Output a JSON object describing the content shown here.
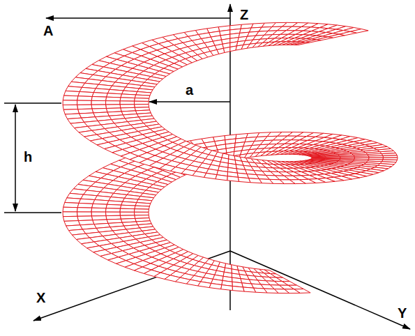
{
  "diagram": {
    "labels": [
      "Z",
      "A",
      "a",
      "h",
      "X",
      "Y"
    ]
  }
}
